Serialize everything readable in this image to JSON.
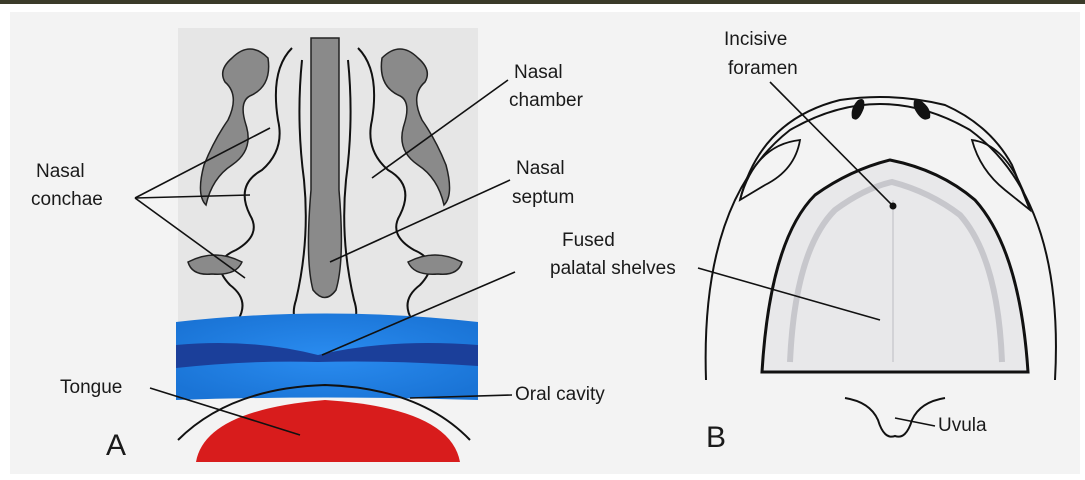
{
  "colors": {
    "background": "#f3f3f3",
    "tissue_gray": "#8a8a8a",
    "palate_blue": "#1e7fe0",
    "palate_dark_blue": "#1b3f9a",
    "tongue_red": "#d81c1c",
    "line": "#111111"
  },
  "panel_a": {
    "letter": "A",
    "labels": {
      "nasal_conchae_1": "Nasal",
      "nasal_conchae_2": "conchae",
      "nasal_chamber_1": "Nasal",
      "nasal_chamber_2": "chamber",
      "nasal_septum_1": "Nasal",
      "nasal_septum_2": "septum",
      "fused_1": "Fused",
      "fused_2": "palatal shelves",
      "tongue": "Tongue",
      "oral_cavity": "Oral cavity"
    }
  },
  "panel_b": {
    "letter": "B",
    "labels": {
      "incisive_1": "Incisive",
      "incisive_2": "foramen",
      "uvula": "Uvula"
    }
  }
}
